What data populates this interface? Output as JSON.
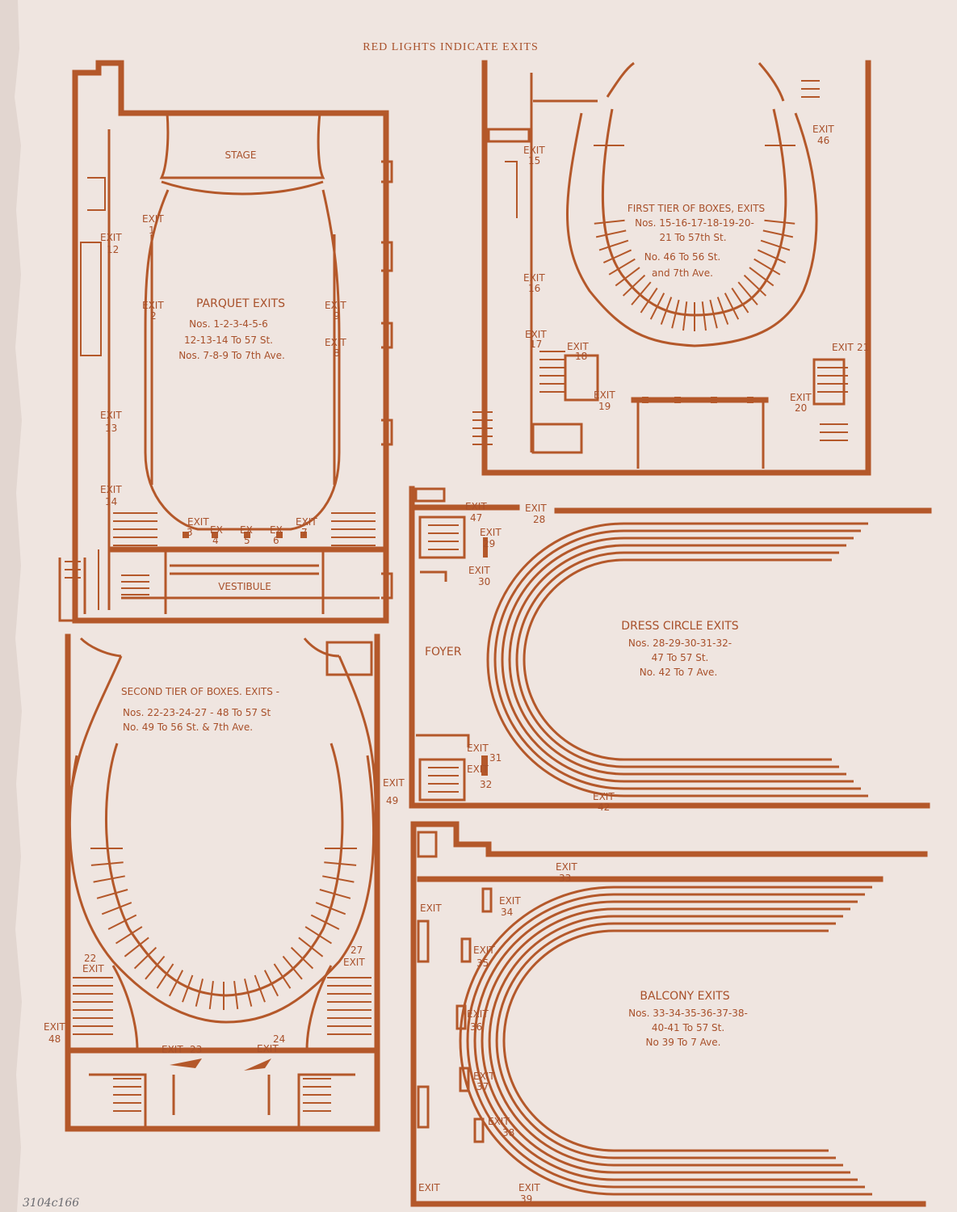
{
  "header": "RED LIGHTS INDICATE EXITS",
  "catalog_note": "3104c166",
  "colors": {
    "ink": "#b4582a",
    "paper": "#efe5e0"
  },
  "parquet": {
    "stage": "STAGE",
    "vestibule": "VESTIBULE",
    "title": "PARQUET EXITS",
    "lines": [
      "Nos. 1-2-3-4-5-6",
      "12-13-14 To 57 St.",
      "Nos. 7-8-9 To 7th Ave."
    ],
    "exits": {
      "e1": "1",
      "e2": "2",
      "e9": "9",
      "e8": "8",
      "e12": "12",
      "e13": "13",
      "e14": "14",
      "e3": "3",
      "e4": "4",
      "e5": "5",
      "e6": "6",
      "e7": "7"
    }
  },
  "first_tier": {
    "title": "FIRST TIER OF BOXES, EXITS",
    "lines": [
      "Nos. 15-16-17-18-19-20-",
      "21 To 57th St.",
      "No. 46 To 56 St.",
      "and 7th Ave."
    ],
    "exits": {
      "e15": "15",
      "e16": "16",
      "e17": "17",
      "e18": "18",
      "e19": "19",
      "e20": "20",
      "e21": "21",
      "e46": "46"
    }
  },
  "second_tier": {
    "title": "SECOND TIER OF BOXES. EXITS -",
    "lines": [
      "Nos. 22-23-24-27 - 48 To 57 St",
      "No. 49 To 56 St. & 7th Ave."
    ],
    "exits": {
      "e22": "22",
      "e27": "27",
      "e48": "48",
      "e23": "23",
      "e24": "24",
      "e49": "49"
    }
  },
  "dress_circle": {
    "title": "DRESS CIRCLE EXITS",
    "foyer": "FOYER",
    "lines": [
      "Nos. 28-29-30-31-32-",
      "47 To 57 St.",
      "No. 42 To 7 Ave."
    ],
    "exits": {
      "e47": "47",
      "e28": "28",
      "e29": "29",
      "e30": "30",
      "e31": "31",
      "e32": "32",
      "e42": "42"
    }
  },
  "balcony": {
    "title": "BALCONY EXITS",
    "lines": [
      "Nos. 33-34-35-36-37-38-",
      "40-41 To 57 St.",
      "No 39 To 7 Ave."
    ],
    "exits": {
      "e33": "33",
      "e34": "34",
      "e35": "35",
      "e36": "36",
      "e37": "37",
      "e38": "38",
      "e39": "39"
    }
  },
  "exit_word": "EXIT",
  "ex_word": "EX"
}
